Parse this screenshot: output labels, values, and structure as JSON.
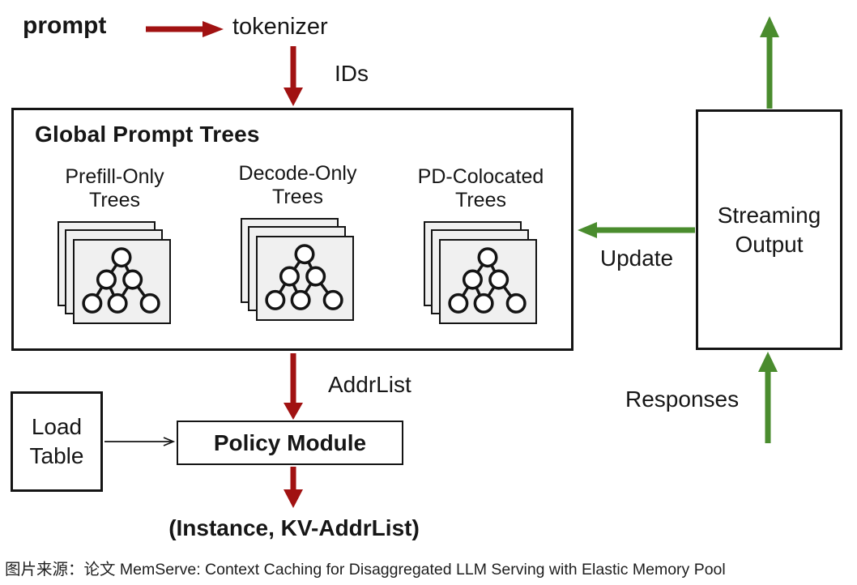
{
  "colors": {
    "arrow_red": "#a11212",
    "arrow_green": "#4a8c2e",
    "box_border": "#141414",
    "tree_card_fill": "#f0f0f0"
  },
  "top": {
    "prompt": "prompt",
    "tokenizer": "tokenizer",
    "ids_label": "IDs"
  },
  "global_box": {
    "title": "Global Prompt Trees",
    "groups": [
      {
        "label_line1": "Prefill-Only",
        "label_line2": "Trees"
      },
      {
        "label_line1": "Decode-Only",
        "label_line2": "Trees"
      },
      {
        "label_line1": "PD-Colocated",
        "label_line2": "Trees"
      }
    ]
  },
  "right": {
    "streaming_line1": "Streaming",
    "streaming_line2": "Output",
    "update_label": "Update",
    "responses_label": "Responses"
  },
  "bottom": {
    "addrlist_label": "AddrList",
    "policy_module": "Policy Module",
    "load_line1": "Load",
    "load_line2": "Table",
    "instance_label": "(Instance, KV-AddrList)",
    "caption": "图片来源：论文 MemServe: Context Caching for Disaggregated LLM Serving with Elastic Memory Pool"
  }
}
